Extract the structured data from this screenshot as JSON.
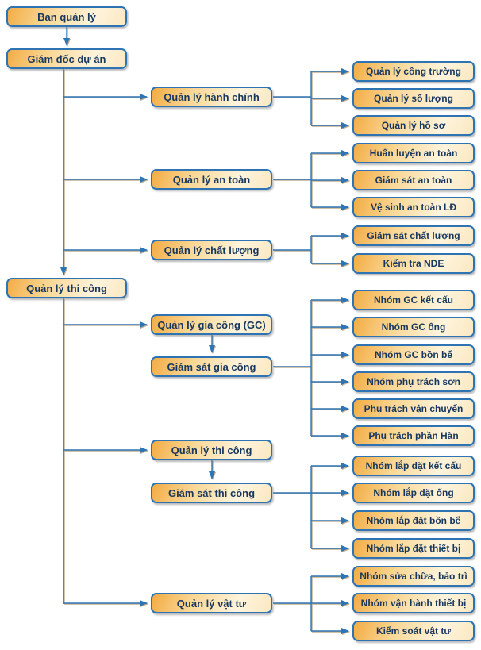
{
  "org": {
    "root": {
      "label": "Ban quản lý"
    },
    "director": {
      "label": "Giám đốc dự án"
    },
    "construction": {
      "label": "Quản lý thi công"
    },
    "departments": [
      {
        "label": "Quản lý hành chính",
        "children": [
          {
            "label": "Quản lý công trường"
          },
          {
            "label": "Quản lý số lượng"
          },
          {
            "label": "Quản lý hồ sơ"
          }
        ]
      },
      {
        "label": "Quản lý an toàn",
        "children": [
          {
            "label": "Huấn luyện an toàn"
          },
          {
            "label": "Giám sát an toàn"
          },
          {
            "label": "Vệ sinh an toàn LĐ"
          }
        ]
      },
      {
        "label": "Quản lý chất lượng",
        "children": [
          {
            "label": "Giám sát chất lượng"
          },
          {
            "label": "Kiểm tra NDE"
          }
        ]
      },
      {
        "label": "Quản lý gia công (GC)",
        "supervisor": {
          "label": "Giám sát gia công"
        },
        "children": [
          {
            "label": "Nhóm GC kết cấu"
          },
          {
            "label": "Nhóm GC ống"
          },
          {
            "label": "Nhóm GC bồn bể"
          },
          {
            "label": "Nhóm phụ trách sơn"
          },
          {
            "label": "Phụ trách vận chuyển"
          },
          {
            "label": "Phụ trách phần Hàn"
          }
        ]
      },
      {
        "label": "Quản lý thi công",
        "supervisor": {
          "label": "Giám sát thi công"
        },
        "children": [
          {
            "label": "Nhóm lắp đặt kết cấu"
          },
          {
            "label": "Nhóm lắp đặt ống"
          },
          {
            "label": "Nhóm lắp đặt bồn bể"
          },
          {
            "label": "Nhóm lắp đặt thiết bị"
          }
        ]
      },
      {
        "label": "Quản lý vật tư",
        "children": [
          {
            "label": "Nhóm sửa chữa, bảo trì"
          },
          {
            "label": "Nhóm vận hành thiết bị"
          },
          {
            "label": "Kiểm soát vật tư"
          }
        ]
      }
    ]
  },
  "colors": {
    "box_border": "#2E74B5",
    "box_text": "#17375E",
    "line_color": "#2E75B6",
    "grad_a": "#F3AC44",
    "grad_b": "#F9D795",
    "grad_c": "#FEF4DC",
    "grad_d": "#FAE8C2",
    "page_bg": "#FFFFFF"
  }
}
